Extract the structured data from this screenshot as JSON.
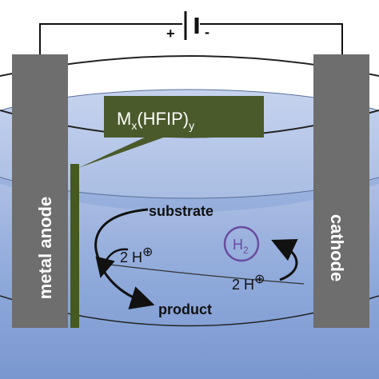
{
  "battery": {
    "plus": "+",
    "minus": "-"
  },
  "anode": {
    "label": "metal anode"
  },
  "cathode": {
    "label": "cathode"
  },
  "callout": {
    "base": "M",
    "sub1": "x",
    "mid": "(HFIP)",
    "sub2": "y"
  },
  "reaction": {
    "substrate": "substrate",
    "product": "product",
    "h_left": "2 H",
    "h_right": "2 H",
    "oplus": "⊕",
    "h2_base": "H",
    "h2_sub": "2"
  },
  "colors": {
    "electrode": "#6e6e6e",
    "anode_strip": "#46591f",
    "callout_bg": "#4a5a2b",
    "liquid": "#8ea8d8",
    "h2_circle": "#6a4ca0"
  }
}
